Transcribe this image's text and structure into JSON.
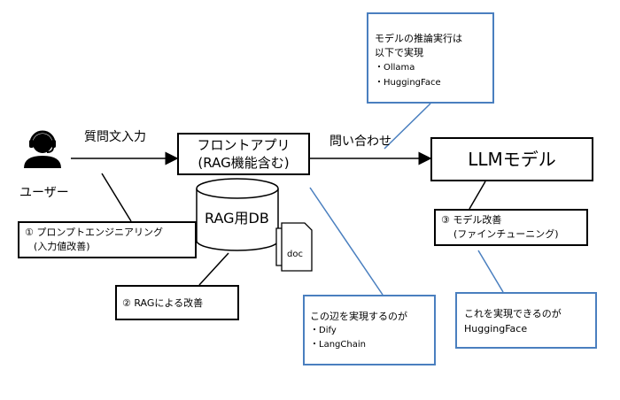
{
  "user": {
    "label": "ユーザー",
    "icon": "user-headset-icon"
  },
  "edges": {
    "input": "質問文入力",
    "query": "問い合わせ"
  },
  "frontend": {
    "line1": "フロントアプリ",
    "line2": "(RAG機能含む)"
  },
  "llm": {
    "label": "LLMモデル"
  },
  "db": {
    "label": "RAG用DB",
    "doc_label": "doc"
  },
  "notes": {
    "prompt": {
      "line1": "① プロンプトエンジニアリング",
      "line2": "(入力値改善)"
    },
    "rag": {
      "line1": "② RAGによる改善"
    },
    "finetune": {
      "line1": "③ モデル改善",
      "line2": "(ファインチューニング)"
    },
    "inference": {
      "line1": "モデルの推論実行は",
      "line2": "以下で実現",
      "item1": "・Ollama",
      "item2": "・HuggingFace"
    },
    "dify": {
      "line1": "この辺を実現するのが",
      "item1": "・Dify",
      "item2": "・LangChain"
    },
    "hf": {
      "line1": "これを実現できるのが",
      "line2": "HuggingFace"
    }
  },
  "colors": {
    "black": "#000000",
    "blue": "#4a7fbf"
  }
}
